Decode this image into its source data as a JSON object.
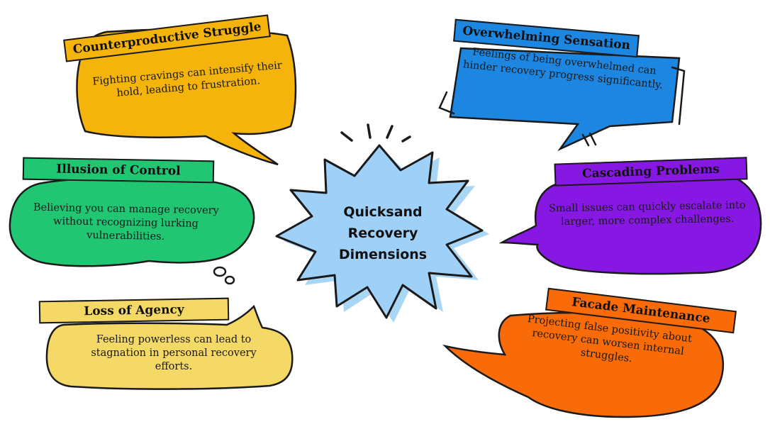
{
  "center": {
    "title_lines": [
      "Quicksand",
      "Recovery",
      "Dimensions"
    ]
  },
  "items": [
    {
      "title": "Counterproductive Struggle",
      "text": "Fighting cravings can intensify their hold, leading to frustration.",
      "color": "#f5b40b"
    },
    {
      "title": "Overwhelming Sensation",
      "text": "Feelings of being overwhelmed can hinder recovery progress significantly.",
      "color": "#1d86e1"
    },
    {
      "title": "Illusion of Control",
      "text": "Believing you can manage recovery without recognizing lurking vulnerabilities.",
      "color": "#21c673"
    },
    {
      "title": "Cascading Problems",
      "text": "Small issues can quickly escalate into larger, more complex challenges.",
      "color": "#8718e3"
    },
    {
      "title": "Loss of Agency",
      "text": "Feeling powerless can lead to stagnation in personal recovery efforts.",
      "color": "#f4d966"
    },
    {
      "title": "Facade Maintenance",
      "text": "Projecting false positivity about recovery can worsen internal struggles.",
      "color": "#f96b08"
    }
  ]
}
